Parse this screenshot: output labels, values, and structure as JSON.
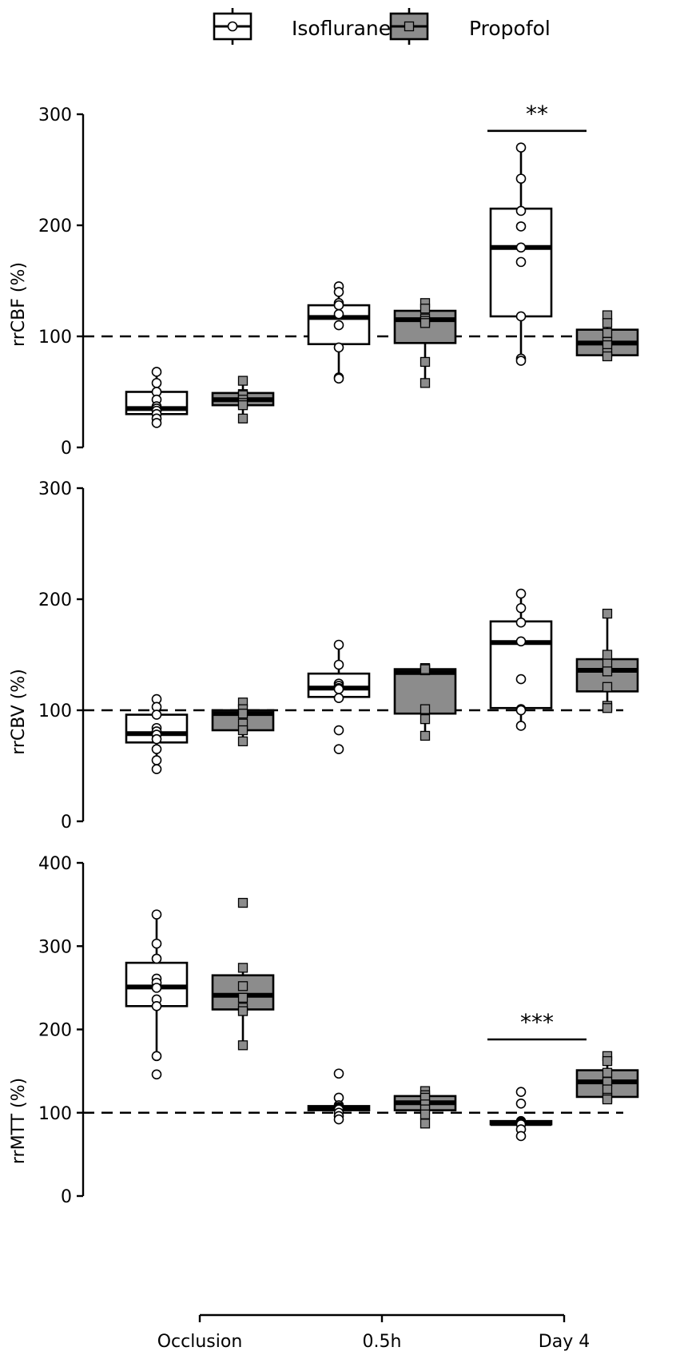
{
  "legend": [
    {
      "label": "Isoflurane",
      "fill": "#ffffff",
      "marker": "circle"
    },
    {
      "label": "Propofol",
      "fill": "#8c8c8c",
      "marker": "square"
    }
  ],
  "x_categories": [
    "Occlusion",
    "0.5h",
    "Day 4"
  ],
  "chart_data": [
    {
      "type": "box",
      "ylabel": "rrCBF (%)",
      "ylim": [
        0,
        300
      ],
      "yticks": [
        0,
        100,
        200,
        300
      ],
      "reference_line": 100,
      "series": [
        {
          "name": "Isoflurane",
          "boxes": [
            {
              "category": "Occlusion",
              "q1": 30,
              "median": 35,
              "q3": 50,
              "whisker_low": 22,
              "whisker_high": 68,
              "points": [
                68,
                58,
                50,
                43,
                37,
                35,
                33,
                30,
                26,
                22
              ]
            },
            {
              "category": "0.5h",
              "q1": 93,
              "median": 117,
              "q3": 128,
              "whisker_low": 62,
              "whisker_high": 145,
              "points": [
                145,
                140,
                130,
                128,
                120,
                110,
                90,
                63,
                62
              ]
            },
            {
              "category": "Day 4",
              "q1": 118,
              "median": 180,
              "q3": 215,
              "whisker_low": 78,
              "whisker_high": 270,
              "points": [
                270,
                242,
                213,
                199,
                180,
                167,
                118,
                80,
                78
              ]
            }
          ]
        },
        {
          "name": "Propofol",
          "boxes": [
            {
              "category": "Occlusion",
              "q1": 38,
              "median": 43,
              "q3": 49,
              "whisker_low": 26,
              "whisker_high": 60,
              "points": [
                60,
                48,
                47,
                43,
                40,
                38,
                26
              ]
            },
            {
              "category": "0.5h",
              "q1": 94,
              "median": 115,
              "q3": 123,
              "whisker_low": 58,
              "whisker_high": 130,
              "points": [
                130,
                125,
                116,
                114,
                112,
                77,
                58
              ]
            },
            {
              "category": "Day 4",
              "q1": 83,
              "median": 94,
              "q3": 106,
              "whisker_low": 82,
              "whisker_high": 119,
              "points": [
                119,
                112,
                103,
                95,
                92,
                85,
                82
              ]
            }
          ]
        }
      ],
      "significance": [
        {
          "category": "Day 4",
          "label": "**",
          "y": 285
        }
      ]
    },
    {
      "type": "box",
      "ylabel": "rrCBV (%)",
      "ylim": [
        0,
        300
      ],
      "yticks": [
        0,
        100,
        200,
        300
      ],
      "reference_line": 100,
      "series": [
        {
          "name": "Isoflurane",
          "boxes": [
            {
              "category": "Occlusion",
              "q1": 71,
              "median": 79,
              "q3": 96,
              "whisker_low": 47,
              "whisker_high": 110,
              "points": [
                110,
                103,
                96,
                84,
                81,
                78,
                74,
                65,
                55,
                47
              ]
            },
            {
              "category": "0.5h",
              "q1": 112,
              "median": 120,
              "q3": 133,
              "whisker_low": 112,
              "whisker_high": 159,
              "points": [
                159,
                141,
                124,
                122,
                120,
                119,
                111,
                82,
                65
              ]
            },
            {
              "category": "Day 4",
              "q1": 102,
              "median": 161,
              "q3": 180,
              "whisker_low": 86,
              "whisker_high": 205,
              "points": [
                205,
                192,
                179,
                162,
                128,
                101,
                100,
                86
              ]
            }
          ]
        },
        {
          "name": "Propofol",
          "boxes": [
            {
              "category": "Occlusion",
              "q1": 82,
              "median": 97,
              "q3": 100,
              "whisker_low": 72,
              "whisker_high": 107,
              "points": [
                107,
                101,
                97,
                88,
                82,
                72
              ]
            },
            {
              "category": "0.5h",
              "q1": 97,
              "median": 134,
              "q3": 137,
              "whisker_low": 77,
              "whisker_high": 138,
              "points": [
                138,
                137,
                136,
                137,
                101,
                92,
                77
              ]
            },
            {
              "category": "Day 4",
              "q1": 117,
              "median": 136,
              "q3": 146,
              "whisker_low": 102,
              "whisker_high": 187,
              "points": [
                187,
                150,
                142,
                135,
                121,
                104,
                102
              ]
            }
          ]
        }
      ],
      "significance": []
    },
    {
      "type": "box",
      "ylabel": "rrMTT (%)",
      "ylim": [
        0,
        400
      ],
      "yticks": [
        0,
        100,
        200,
        300,
        400
      ],
      "reference_line": 100,
      "series": [
        {
          "name": "Isoflurane",
          "boxes": [
            {
              "category": "Occlusion",
              "q1": 228,
              "median": 251,
              "q3": 280,
              "whisker_low": 168,
              "whisker_high": 338,
              "points": [
                338,
                303,
                285,
                261,
                256,
                250,
                236,
                228,
                168,
                146
              ]
            },
            {
              "category": "0.5h",
              "q1": 103,
              "median": 106,
              "q3": 108,
              "whisker_low": 92,
              "whisker_high": 108,
              "points": [
                147,
                118,
                109,
                107,
                106,
                105,
                104,
                100,
                96,
                92
              ]
            },
            {
              "category": "Day 4",
              "q1": 86,
              "median": 87,
              "q3": 90,
              "whisker_low": 86,
              "whisker_high": 90,
              "points": [
                125,
                111,
                90,
                89,
                88,
                87,
                86,
                80,
                72
              ]
            }
          ]
        },
        {
          "name": "Propofol",
          "boxes": [
            {
              "category": "Occlusion",
              "q1": 224,
              "median": 241,
              "q3": 265,
              "whisker_low": 181,
              "whisker_high": 274,
              "points": [
                352,
                274,
                252,
                238,
                226,
                222,
                181
              ]
            },
            {
              "category": "0.5h",
              "q1": 103,
              "median": 112,
              "q3": 120,
              "whisker_low": 87,
              "whisker_high": 126,
              "points": [
                126,
                121,
                118,
                110,
                104,
                98,
                87
              ]
            },
            {
              "category": "Day 4",
              "q1": 119,
              "median": 137,
              "q3": 151,
              "whisker_low": 116,
              "whisker_high": 168,
              "points": [
                168,
                162,
                148,
                137,
                128,
                118,
                116
              ]
            }
          ]
        }
      ],
      "significance": [
        {
          "category": "Day 4",
          "label": "***",
          "y": 188
        }
      ]
    }
  ]
}
